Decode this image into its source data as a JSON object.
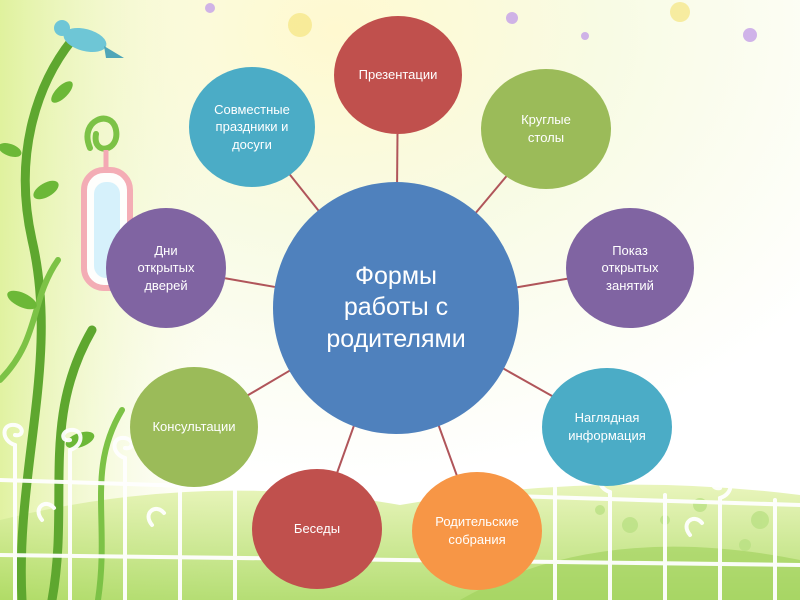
{
  "diagram": {
    "center": {
      "label": "Формы\nработы с\nродителями",
      "color": "#4f81bd"
    },
    "nodes": [
      {
        "id": "prezentatsii",
        "label": "Презентации",
        "color": "#c0504d"
      },
      {
        "id": "kruglye-stoly",
        "label": "Круглые\nстолы",
        "color": "#9bbb59"
      },
      {
        "id": "pokaz-zanyatiy",
        "label": "Показ\nоткрытых\nзанятий",
        "color": "#8064a2"
      },
      {
        "id": "naglyadnaya",
        "label": "Наглядная\nинформация",
        "color": "#4bacc6"
      },
      {
        "id": "roditelskie-sobraniya",
        "label": "Родительские\nсобрания",
        "color": "#f79646"
      },
      {
        "id": "besedy",
        "label": "Беседы",
        "color": "#c0504d"
      },
      {
        "id": "konsultatsii",
        "label": "Консультации",
        "color": "#9bbb59"
      },
      {
        "id": "dni-dverey",
        "label": "Дни\nоткрытых\nдверей",
        "color": "#8064a2"
      },
      {
        "id": "prazdniki",
        "label": "Совместные\nпраздники и\nдосуги",
        "color": "#4bacc6"
      }
    ],
    "connector_color": "#b0555a"
  }
}
